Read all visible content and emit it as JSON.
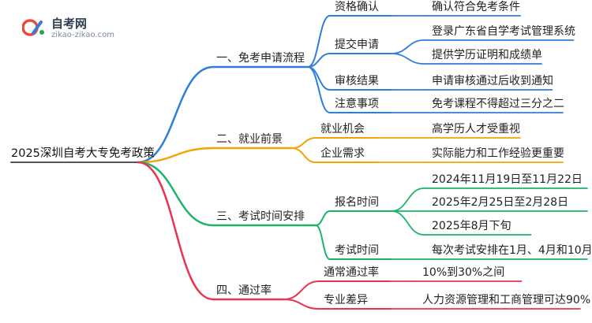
{
  "logo": {
    "name": "自考网",
    "url": "zikao-zikao.com",
    "mark_colors": [
      "#e84b3c",
      "#3a7bd5",
      "#2fa34a"
    ]
  },
  "mindmap": {
    "root": "2025深圳自考大专免考政策",
    "branches": [
      {
        "label": "一、免考申请流程",
        "color": "#2f7fd8",
        "children": [
          {
            "label": "资格确认",
            "children": [
              {
                "label": "确认符合免考条件"
              }
            ]
          },
          {
            "label": "提交申请",
            "children": [
              {
                "label": "登录广东省自学考试管理系统"
              },
              {
                "label": "提供学历证明和成绩单"
              }
            ]
          },
          {
            "label": "审核结果",
            "children": [
              {
                "label": "申请审核通过后收到通知"
              }
            ]
          },
          {
            "label": "注意事项",
            "children": [
              {
                "label": "免考课程不得超过三分之二"
              }
            ]
          }
        ]
      },
      {
        "label": "二、就业前景",
        "color": "#f0a500",
        "children": [
          {
            "label": "就业机会",
            "children": [
              {
                "label": "高学历人才受重视"
              }
            ]
          },
          {
            "label": "企业需求",
            "children": [
              {
                "label": "实际能力和工作经验更重要"
              }
            ]
          }
        ]
      },
      {
        "label": "三、考试时间安排",
        "color": "#1fb36a",
        "children": [
          {
            "label": "报名时间",
            "children": [
              {
                "label": "2024年11月19日至11月22日"
              },
              {
                "label": "2025年2月25日至2月28日"
              },
              {
                "label": "2025年8月下旬"
              }
            ]
          },
          {
            "label": "考试时间",
            "children": [
              {
                "label": "每次考试安排在1月、4月和10月"
              }
            ]
          }
        ]
      },
      {
        "label": "四、通过率",
        "color": "#e8344e",
        "children": [
          {
            "label": "通常通过率",
            "children": [
              {
                "label": "10%到30%之间"
              }
            ]
          },
          {
            "label": "专业差异",
            "children": [
              {
                "label": "人力资源管理和工商管理可达90%"
              }
            ]
          }
        ]
      }
    ]
  }
}
